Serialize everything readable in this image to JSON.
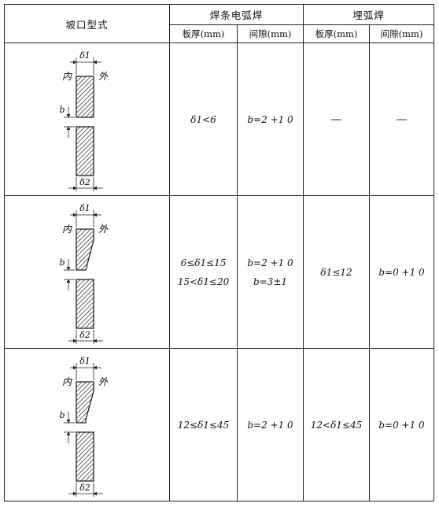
{
  "headers": {
    "groove": "坡口型式",
    "manual": "焊条电弧焊",
    "submerged": "埋弧焊",
    "thickness": "板厚(mm)",
    "gap": "间隙(mm)",
    "thickness2": "板厚(mm)",
    "gap2": "间隙(mm)"
  },
  "diagram": {
    "d1": "δ1",
    "d2": "δ2",
    "inner": "内",
    "outer": "外",
    "b": "b"
  },
  "rows": [
    {
      "manual_thickness": [
        "δ1<6"
      ],
      "manual_gap": [
        "b=2 +1 0"
      ],
      "sub_thickness": "—",
      "sub_gap": "—"
    },
    {
      "manual_thickness": [
        "6≤δ1≤15",
        "15<δ1≤20"
      ],
      "manual_gap": [
        "b=2 +1 0",
        "b=3±1"
      ],
      "sub_thickness": "δ1≤12",
      "sub_gap": "b=0 +1 0"
    },
    {
      "manual_thickness": [
        "12≤δ1≤45"
      ],
      "manual_gap": [
        "b=2 +1 0"
      ],
      "sub_thickness": "12<δ1≤45",
      "sub_gap": "b=0 +1 0"
    }
  ]
}
